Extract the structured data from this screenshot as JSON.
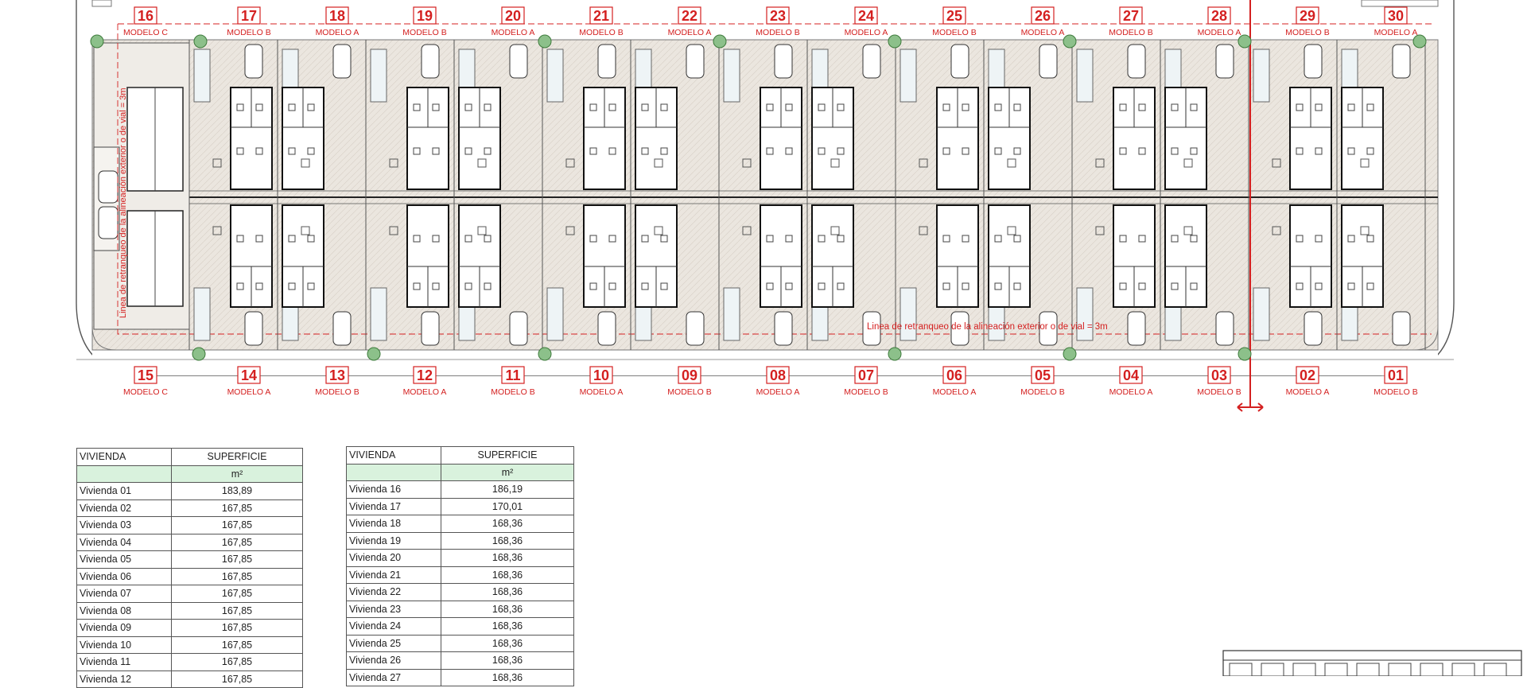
{
  "plan": {
    "units_top": [
      {
        "num": "16",
        "model": "MODELO C"
      },
      {
        "num": "17",
        "model": "MODELO B"
      },
      {
        "num": "18",
        "model": "MODELO A"
      },
      {
        "num": "19",
        "model": "MODELO B"
      },
      {
        "num": "20",
        "model": "MODELO A"
      },
      {
        "num": "21",
        "model": "MODELO B"
      },
      {
        "num": "22",
        "model": "MODELO A"
      },
      {
        "num": "23",
        "model": "MODELO B"
      },
      {
        "num": "24",
        "model": "MODELO A"
      },
      {
        "num": "25",
        "model": "MODELO B"
      },
      {
        "num": "26",
        "model": "MODELO A"
      },
      {
        "num": "27",
        "model": "MODELO B"
      },
      {
        "num": "28",
        "model": "MODELO A"
      },
      {
        "num": "29",
        "model": "MODELO B"
      },
      {
        "num": "30",
        "model": "MODELO A"
      }
    ],
    "units_bottom": [
      {
        "num": "15",
        "model": "MODELO C"
      },
      {
        "num": "14",
        "model": "MODELO A"
      },
      {
        "num": "13",
        "model": "MODELO B"
      },
      {
        "num": "12",
        "model": "MODELO A"
      },
      {
        "num": "11",
        "model": "MODELO B"
      },
      {
        "num": "10",
        "model": "MODELO A"
      },
      {
        "num": "09",
        "model": "MODELO B"
      },
      {
        "num": "08",
        "model": "MODELO A"
      },
      {
        "num": "07",
        "model": "MODELO B"
      },
      {
        "num": "06",
        "model": "MODELO A"
      },
      {
        "num": "05",
        "model": "MODELO B"
      },
      {
        "num": "04",
        "model": "MODELO A"
      },
      {
        "num": "03",
        "model": "MODELO B"
      },
      {
        "num": "02",
        "model": "MODELO A"
      },
      {
        "num": "01",
        "model": "MODELO B"
      }
    ],
    "setback_label_bottom": "Linea de retranqueo de la alineación exterior o de vial = 3m",
    "setback_label_left": "Linea de retranqueo de la alineación exterior o de vial = 3m",
    "colors": {
      "accent": "#d42020",
      "line": "#333333",
      "paving": "#e8e3dc",
      "garden": "#8cc08a"
    }
  },
  "table_left": {
    "header": {
      "col1": "VIVIENDA",
      "col2": "SUPERFICIE"
    },
    "unit": "m²",
    "rows": [
      {
        "name": "Vivienda 01",
        "area": "183,89"
      },
      {
        "name": "Vivienda 02",
        "area": "167,85"
      },
      {
        "name": "Vivienda 03",
        "area": "167,85"
      },
      {
        "name": "Vivienda 04",
        "area": "167,85"
      },
      {
        "name": "Vivienda 05",
        "area": "167,85"
      },
      {
        "name": "Vivienda 06",
        "area": "167,85"
      },
      {
        "name": "Vivienda 07",
        "area": "167,85"
      },
      {
        "name": "Vivienda 08",
        "area": "167,85"
      },
      {
        "name": "Vivienda 09",
        "area": "167,85"
      },
      {
        "name": "Vivienda 10",
        "area": "167,85"
      },
      {
        "name": "Vivienda 11",
        "area": "167,85"
      },
      {
        "name": "Vivienda 12",
        "area": "167,85"
      }
    ]
  },
  "table_right": {
    "header": {
      "col1": "VIVIENDA",
      "col2": "SUPERFICIE"
    },
    "unit": "m²",
    "rows": [
      {
        "name": "Vivienda 16",
        "area": "186,19"
      },
      {
        "name": "Vivienda 17",
        "area": "170,01"
      },
      {
        "name": "Vivienda 18",
        "area": "168,36"
      },
      {
        "name": "Vivienda 19",
        "area": "168,36"
      },
      {
        "name": "Vivienda 20",
        "area": "168,36"
      },
      {
        "name": "Vivienda 21",
        "area": "168,36"
      },
      {
        "name": "Vivienda 22",
        "area": "168,36"
      },
      {
        "name": "Vivienda 23",
        "area": "168,36"
      },
      {
        "name": "Vivienda 24",
        "area": "168,36"
      },
      {
        "name": "Vivienda 25",
        "area": "168,36"
      },
      {
        "name": "Vivienda 26",
        "area": "168,36"
      },
      {
        "name": "Vivienda 27",
        "area": "168,36"
      }
    ]
  }
}
